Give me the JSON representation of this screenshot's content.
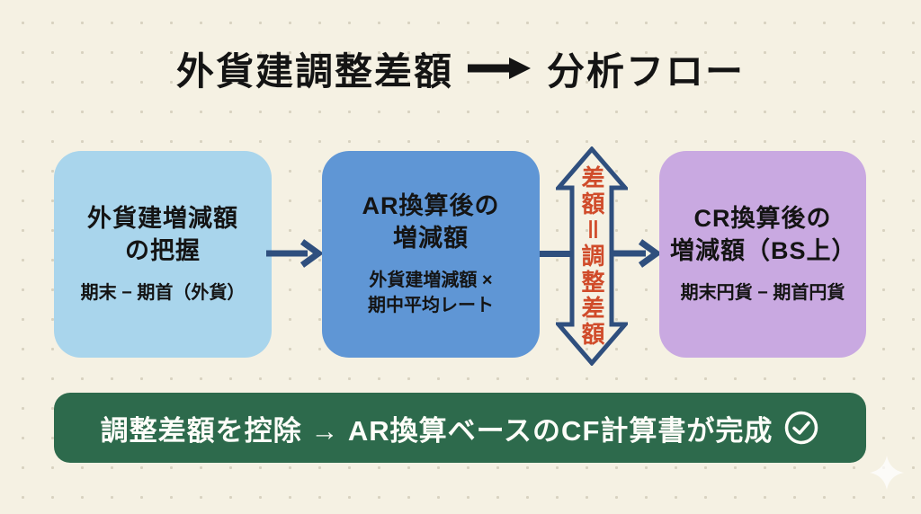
{
  "title": {
    "left": "外貨建調整差額",
    "right": "分析フロー"
  },
  "boxes": [
    {
      "title": "外貨建増減額\nの把握",
      "subtitle": "期末 − 期首（外貨）",
      "bg": "#a9d5ec"
    },
    {
      "title": "AR換算後の\n増減額",
      "subtitle": "外貨建増減額 ×\n期中平均レート",
      "bg": "#5f96d5"
    },
    {
      "title": "CR換算後の\n増減額（BS上）",
      "subtitle": "期末円貨 − 期首円貨",
      "bg": "#c9a9e1"
    }
  ],
  "vertical_arrow": {
    "label": "差額＝調整差額",
    "label_color": "#d04b2a"
  },
  "banner": {
    "text": "調整差額を控除 → AR換算ベースのCF計算書が完成",
    "check_icon": "circled-checkmark",
    "bg": "#2d6a4c",
    "text_color": "#fdfdf8"
  },
  "colors": {
    "background": "#f5f1e3",
    "dot_grid": "#d8d2c0",
    "arrow_navy": "#2f4f7e",
    "title_text": "#141414",
    "box_text": "#141414"
  }
}
